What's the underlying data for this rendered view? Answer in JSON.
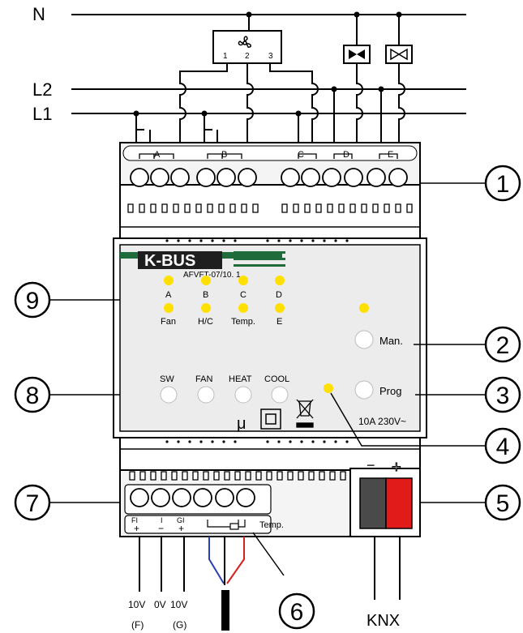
{
  "lines": {
    "n": "N",
    "l2": "L2",
    "l1": "L1"
  },
  "fan": {
    "t1": "1",
    "t2": "2",
    "t3": "3"
  },
  "top_groups": [
    "A",
    "B",
    "C",
    "D",
    "E"
  ],
  "brand": "K-BUS",
  "model": "AFVFT-07/10. 1",
  "leds_row1": [
    "A",
    "B",
    "C",
    "D"
  ],
  "leds_row2": [
    "Fan",
    "H/C",
    "Temp.",
    "E"
  ],
  "buttons": {
    "man": "Man.",
    "prog": "Prog",
    "sw": "SW",
    "fan": "FAN",
    "heat": "HEAT",
    "cool": "COOL"
  },
  "rating": "10A  230V~",
  "mu": "μ",
  "bottom_terminals": {
    "f": "FI",
    "zero": "I",
    "g": "GI",
    "plus1": "+",
    "minus": "−",
    "plus2": "+",
    "temp": "Temp."
  },
  "bottom_labels": {
    "v1": "10V",
    "v2": "0V",
    "v3": "10V",
    "f": "(F)",
    "g": "(G)"
  },
  "knx": {
    "minus": "−",
    "plus": "+",
    "label": "KNX"
  },
  "callouts": [
    "1",
    "2",
    "3",
    "4",
    "5",
    "6",
    "7",
    "8",
    "9"
  ],
  "colors": {
    "led": "#ffe000",
    "panel": "#ececec",
    "knx_red": "#e11a1a",
    "knx_gray": "#4a4a4a",
    "wire_blue": "#2a3fb0",
    "wire_red": "#d52020"
  }
}
